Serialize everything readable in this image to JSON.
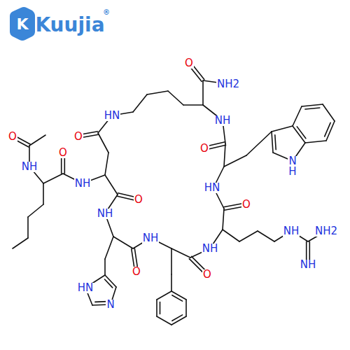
{
  "diagram": {
    "labels": [
      "K",
      "Kuujia",
      "®",
      "O",
      "NH2",
      "NH",
      "O",
      "HN",
      "O",
      "N",
      "H",
      "HN",
      "O",
      "O",
      "NH",
      "O",
      "NH",
      "O",
      "NH",
      "NH",
      "NH2",
      "NH",
      "NH",
      "O",
      "NH",
      "O",
      "HN",
      "N"
    ]
  }
}
